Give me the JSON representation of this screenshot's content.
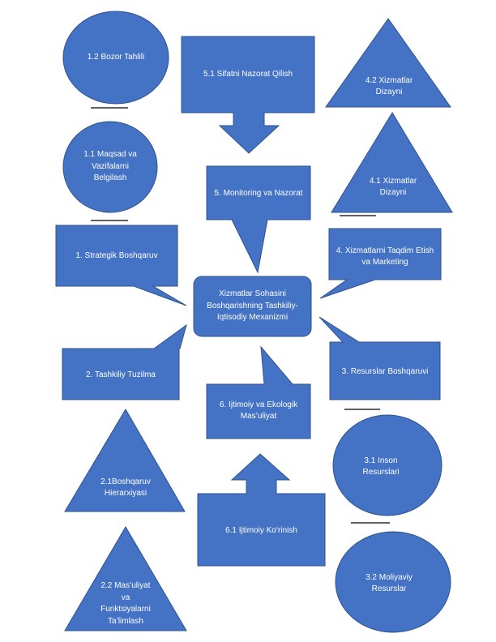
{
  "colors": {
    "shape_fill": "#4472C4",
    "shape_stroke": "#2F528F",
    "text": "#FFFFFF"
  },
  "center": {
    "label": "Xizmatlar Sohasini\nBoshqarishning Tashkiliy-\nIqtisodiy Mexanizmi"
  },
  "nodes": {
    "n1_2": "1.2 Bozor Tahlili",
    "n1_1": "1.1 Maqsad va\nVazifalarni\nBelgilash",
    "n1": "1. Strategik Boshqaruv",
    "n2": "2. Tashkiliy Tuzilma",
    "n2_1": "2.1Boshqaruv\nHierarxiyasi",
    "n2_2": "2.2 Mas’uliyat\nva\nFunktsiyalarni\nTa’limlash",
    "n5_1": "5.1 Sifatni Nazorat Qilish",
    "n5": "5. Monitoring va Nazorat",
    "n6": "6. Ijtimoiy va Ekologik\nMas’uliyat",
    "n6_1": "6.1 Ijtimoiy Ko‘rinish",
    "n4_2": "4.2 Xizmatlar\nDizayni",
    "n4_1": "4.1 Xizmatlar\nDizayni",
    "n4": "4. Xizmatlarni Taqdim Etish\nva Marketing",
    "n3": "3. Resurslar Boshqaruvi",
    "n3_1": "3.1 Inson\nResurslari",
    "n3_2": "3.2 Moliyaviy\nResurslar"
  }
}
